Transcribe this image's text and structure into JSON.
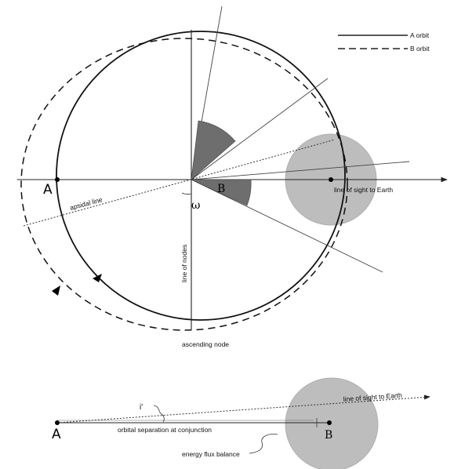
{
  "legend": {
    "a_orbit": "A orbit",
    "b_orbit": "B orbit"
  },
  "top_diagram": {
    "label_a": "A",
    "label_b": "B",
    "apsidal_line": "apsidal line",
    "omega": "ω",
    "line_of_nodes": "line of nodes",
    "line_of_sight": "line of sight to Earth",
    "ascending_node": "ascending node"
  },
  "bottom_diagram": {
    "label_a": "A",
    "label_b": "B",
    "i_prime": "i'",
    "line_of_sight": "line of sight to Earth",
    "orbital_separation": "orbital separation at conjunction",
    "energy_flux": "energy flux balance"
  },
  "colors": {
    "stroke": "#222222",
    "star_fill": "#bdbdbd",
    "wedge_fill": "#6e6e6e"
  }
}
